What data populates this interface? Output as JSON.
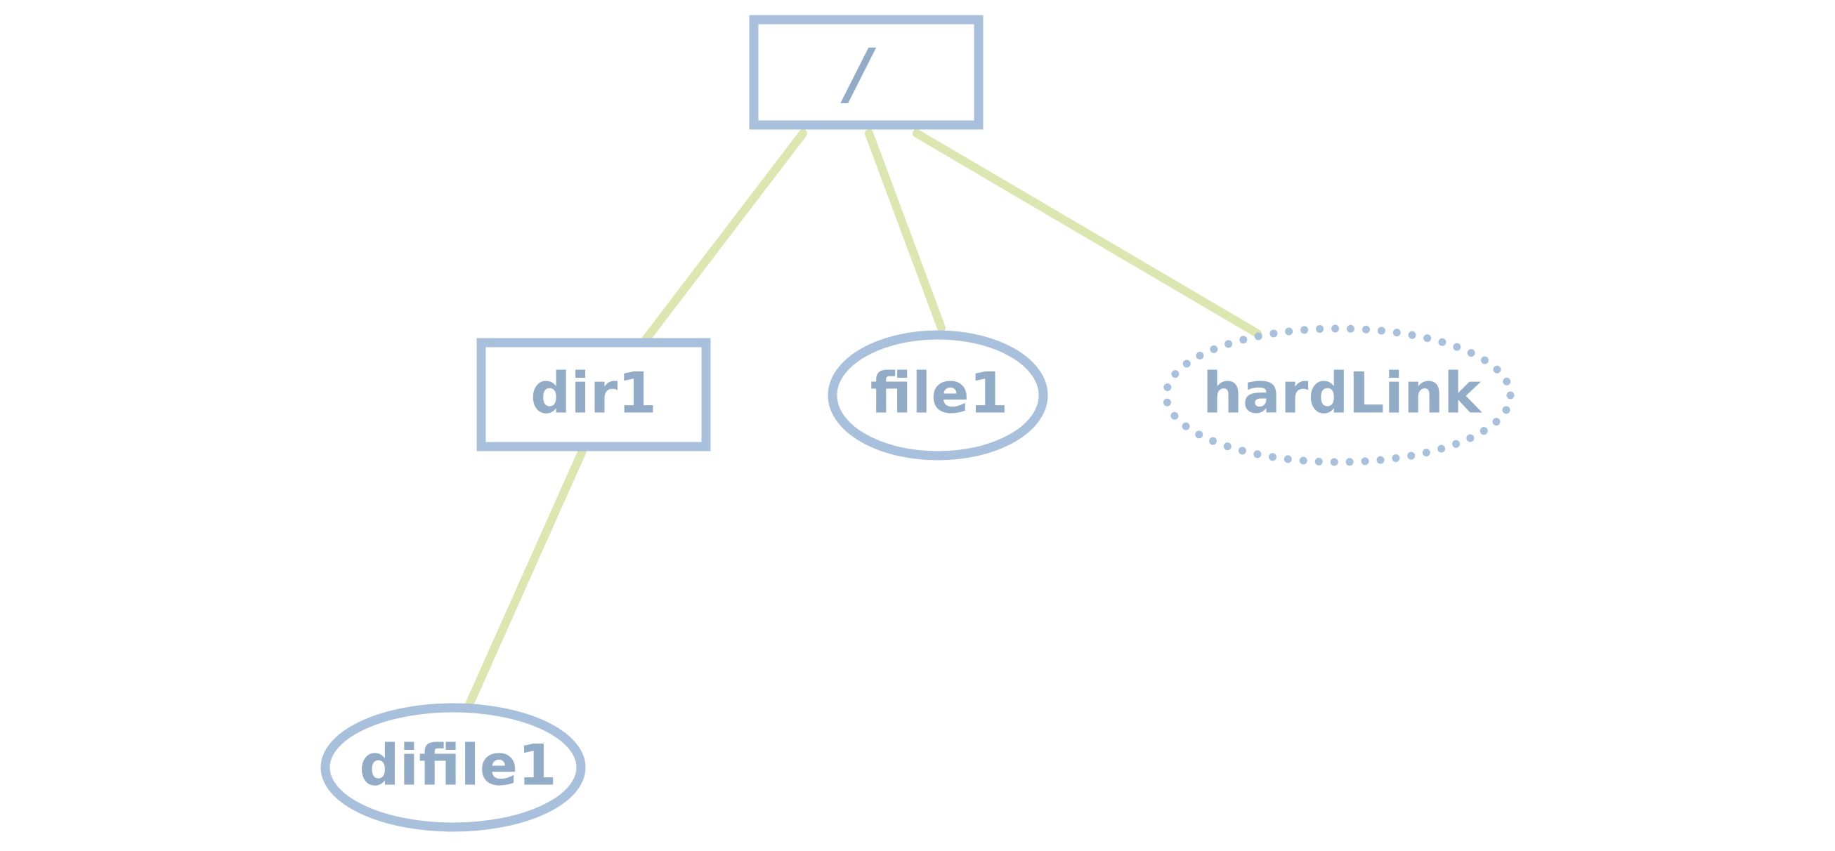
{
  "diagram": {
    "colors": {
      "node_stroke": "#a8c0dc",
      "node_text": "#92abc7",
      "edge": "#dce6b0",
      "background": "#ffffff"
    },
    "nodes": {
      "root": {
        "label": "/",
        "shape": "rectangle"
      },
      "dir1": {
        "label": "dir1",
        "shape": "rectangle"
      },
      "file1": {
        "label": "file1",
        "shape": "ellipse"
      },
      "hardlink": {
        "label": "hardLink",
        "shape": "ellipse-dotted"
      },
      "difile1": {
        "label": "difile1",
        "shape": "ellipse"
      }
    },
    "edges": [
      {
        "from": "root",
        "to": "dir1"
      },
      {
        "from": "root",
        "to": "file1"
      },
      {
        "from": "root",
        "to": "hardlink"
      },
      {
        "from": "dir1",
        "to": "difile1"
      }
    ]
  }
}
